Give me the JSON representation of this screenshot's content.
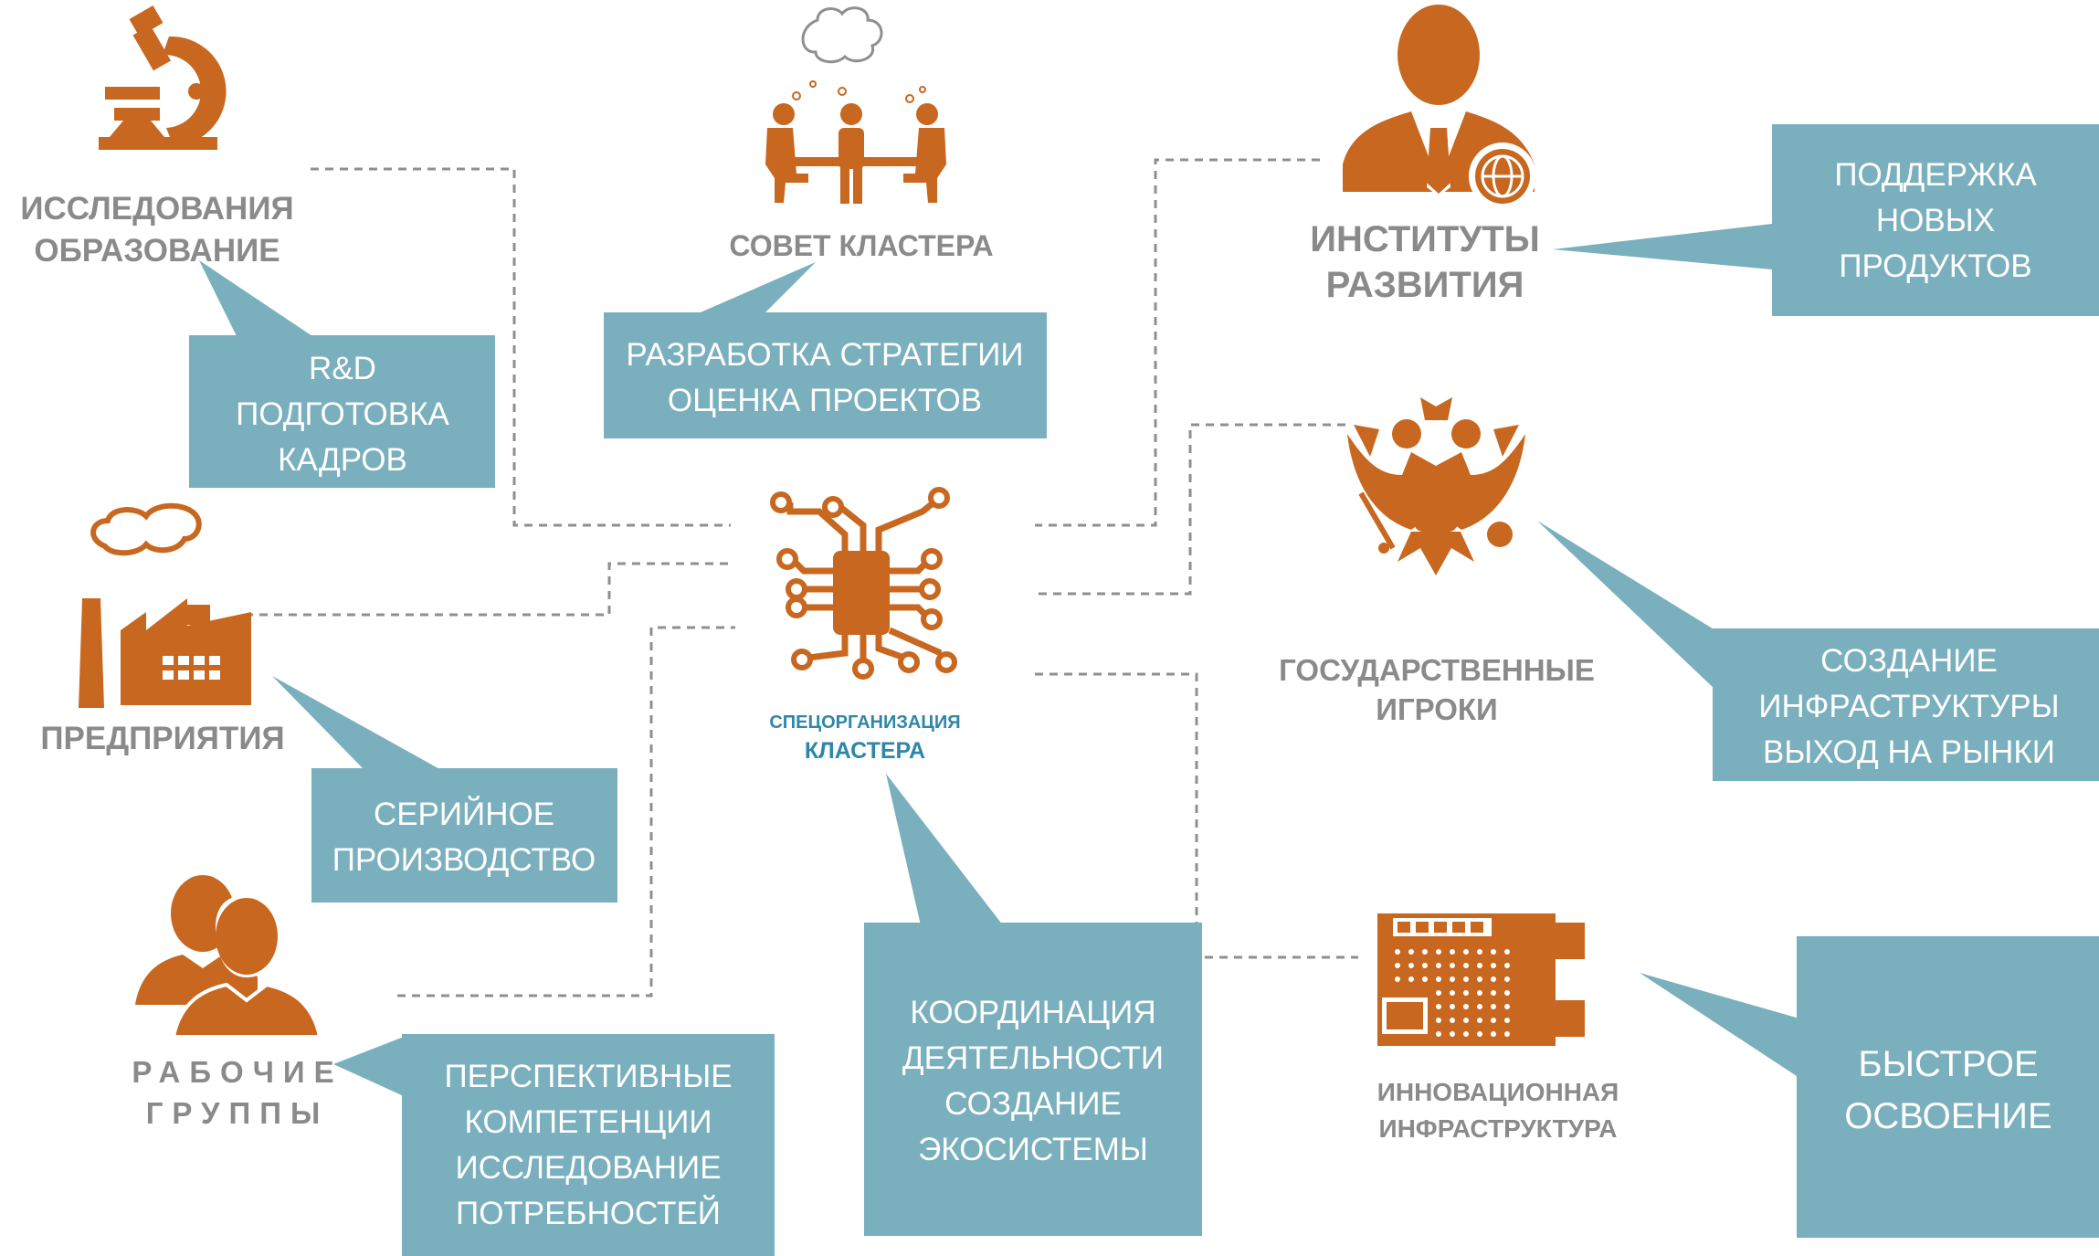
{
  "colors": {
    "icon": "#c8671f",
    "callout": "#7aafbd",
    "callout_text": "#ffffff",
    "label": "#8a8a8a",
    "center_label": "#2e86a8",
    "connector": "#8f8f8f"
  },
  "center": {
    "icon": "chip-icon",
    "line1": "СПЕЦОРГАНИЗАЦИЯ",
    "line2": "КЛАСТЕРА"
  },
  "actors": {
    "research": {
      "icon": "microscope-icon",
      "line1": "ИССЛЕДОВАНИЯ",
      "line2": "ОБРАЗОВАНИЕ"
    },
    "council": {
      "icon": "meeting-icon",
      "line1": "СОВЕТ КЛАСТЕРА"
    },
    "institutes": {
      "icon": "businessman-globe-icon",
      "line1": "ИНСТИТУТЫ",
      "line2": "РАЗВИТИЯ"
    },
    "enterprises": {
      "icon": "factory-icon",
      "line1": "ПРЕДПРИЯТИЯ"
    },
    "state": {
      "icon": "double-eagle-icon",
      "line1": "ГОСУДАРСТВЕННЫЕ",
      "line2": "ИГРОКИ"
    },
    "groups": {
      "icon": "people-icon",
      "line1": "РАБОЧИЕ",
      "line2": "ГРУППЫ"
    },
    "infrastructure": {
      "icon": "circuit-board-icon",
      "line1": "ИННОВАЦИОННАЯ",
      "line2": "ИНФРАСТРУКТУРА"
    }
  },
  "callouts": {
    "research": [
      "R&D",
      "ПОДГОТОВКА",
      "КАДРОВ"
    ],
    "council": [
      "РАЗРАБОТКА СТРАТЕГИИ",
      "ОЦЕНКА ПРОЕКТОВ"
    ],
    "institutes": [
      "ПОДДЕРЖКА",
      "НОВЫХ",
      "ПРОДУКТОВ"
    ],
    "enterprises": [
      "СЕРИЙНОЕ",
      "ПРОИЗВОДСТВО"
    ],
    "state": [
      "СОЗДАНИЕ",
      "ИНФРАСТРУКТУРЫ",
      "ВЫХОД НА РЫНКИ"
    ],
    "groups": [
      "ПЕРСПЕКТИВНЫЕ",
      "КОМПЕТЕНЦИИ",
      "ИССЛЕДОВАНИЕ",
      "ПОТРЕБНОСТЕЙ"
    ],
    "center": [
      "КООРДИНАЦИЯ",
      "ДЕЯТЕЛЬНОСТИ",
      "СОЗДАНИЕ",
      "ЭКОСИСТЕМЫ"
    ],
    "infrastructure": [
      "БЫСТРОЕ",
      "ОСВОЕНИЕ"
    ]
  }
}
